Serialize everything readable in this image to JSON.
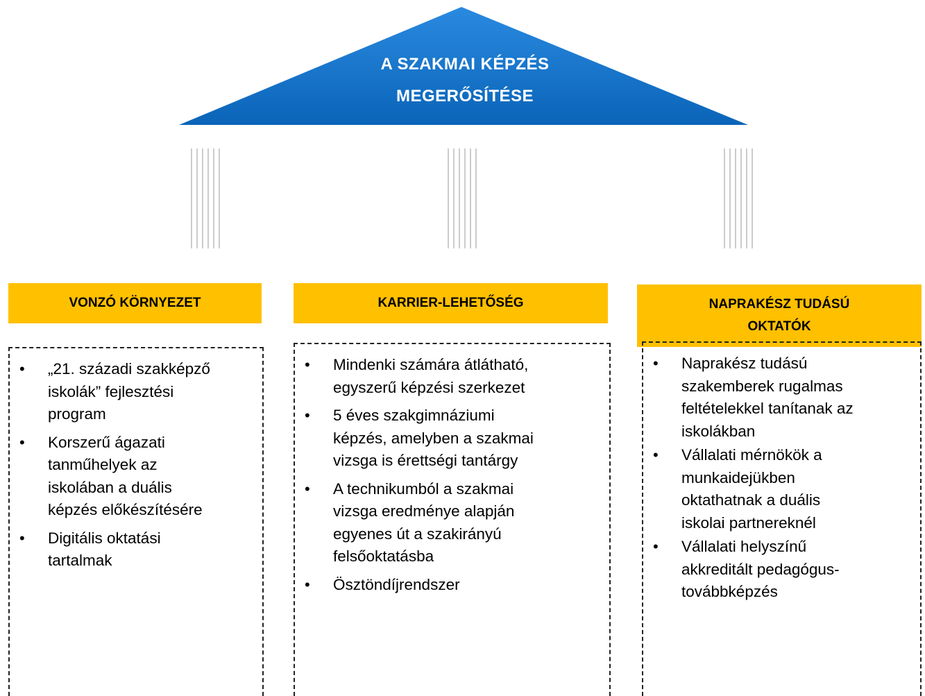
{
  "roof": {
    "title_line1": "A SZAKMAI KÉPZÉS",
    "title_line2": "MEGERŐSÍTÉSE",
    "color": "#0b6fc5"
  },
  "pillars": [
    {
      "header_lines": [
        "VONZÓ KÖRNYEZET"
      ],
      "items": [
        [
          "„21. századi szakképző",
          "iskolák” fejlesztési",
          "program"
        ],
        [
          "Korszerű ágazati",
          "tanműhelyek az",
          "iskolában a duális",
          "képzés előkészítésére"
        ],
        [
          "Digitális oktatási",
          "tartalmak"
        ]
      ]
    },
    {
      "header_lines": [
        "KARRIER-LEHETŐSÉG"
      ],
      "items": [
        [
          "Mindenki számára átlátható,",
          "egyszerű képzési szerkezet"
        ],
        [
          "5 éves szakgimnáziumi",
          "képzés, amelyben a szakmai",
          "vizsga is érettségi tantárgy"
        ],
        [
          "A technikumból a szakmai",
          "vizsga eredménye alapján",
          "egyenes út a szakirányú",
          "felsőoktatásba"
        ],
        [
          "Ösztöndíjrendszer"
        ]
      ]
    },
    {
      "header_lines": [
        "NAPRAKÉSZ TUDÁSÚ",
        "OKTATÓK"
      ],
      "items": [
        [
          "Naprakész tudású",
          "szakemberek rugalmas",
          "feltételekkel tanítanak az",
          "iskolákban"
        ],
        [
          "Vállalati mérnökök a",
          "munkaidejükben",
          "oktathatnak a duális",
          "iskolai partnereknél"
        ],
        [
          "Vállalati helyszínű",
          "akkreditált pedagógus-",
          "továbbképzés"
        ]
      ]
    }
  ],
  "colors": {
    "header_bg": "#ffc000",
    "roof": "#0b6fc5"
  }
}
